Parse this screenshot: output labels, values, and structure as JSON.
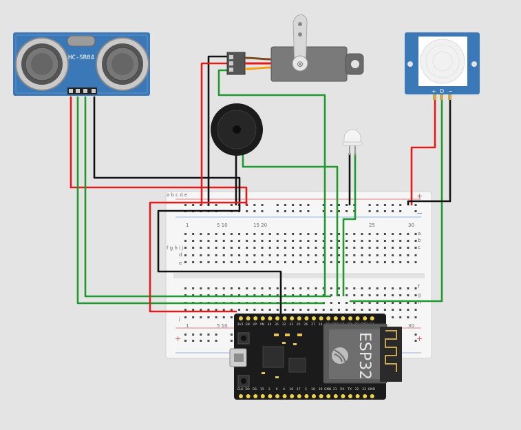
{
  "sonar": {
    "label": "HC-SR04"
  },
  "pir": {
    "pin_labels": [
      "+",
      "D",
      "−"
    ]
  },
  "esp32": {
    "chip_label": "ESP32",
    "pins_top": [
      "3V3",
      "EN",
      "VP",
      "VN",
      "34",
      "35",
      "32",
      "33",
      "25",
      "26",
      "27",
      "14",
      "12",
      "GND",
      "13",
      "D2",
      "D3",
      "CMD",
      "5V"
    ],
    "pins_bottom": [
      "CLK",
      "D0",
      "D1",
      "15",
      "2",
      "0",
      "4",
      "16",
      "17",
      "5",
      "18",
      "19",
      "GND",
      "21",
      "RX",
      "TX",
      "22",
      "23",
      "GND"
    ]
  },
  "breadboard": {
    "col_labels_top": [
      "1",
      "5 10",
      "15 20",
      "25",
      "30"
    ],
    "col_labels_bottom": [
      "1",
      "5 10",
      "30"
    ],
    "row_labels_left_top": "a b c d e",
    "row_labels_left_mid": "f g h i j",
    "row_labels_left_d": "d",
    "row_labels_left_e": "e",
    "row_labels_left_j": "j",
    "row_labels_right": [
      "a",
      "b",
      "c",
      "f",
      "g",
      "h"
    ],
    "plus": "+",
    "minus": "−"
  },
  "colors": {
    "wire_red": "#e01b1b",
    "wire_black": "#111111",
    "wire_green": "#1f9a2e",
    "sensor_blue": "#3b78b8",
    "board_black": "#1b1b1b"
  }
}
